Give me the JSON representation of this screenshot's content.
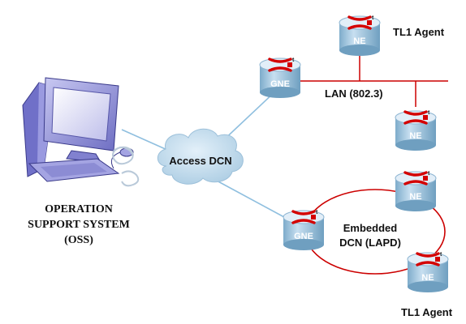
{
  "diagram": {
    "oss_label": [
      "OPERATION",
      "SUPPORT SYSTEM",
      "(OSS)"
    ],
    "cloud_label": "Access DCN",
    "lan_label": "LAN (802.3)",
    "ring_label": [
      "Embedded",
      "DCN (LAPD)"
    ],
    "agent_label_top": "TL1 Agent",
    "agent_label_bottom": "TL1 Agent",
    "gne_label": "GNE",
    "ne_label": "NE"
  },
  "colors": {
    "lan_line": "#cc0000",
    "ring_line": "#cc0000",
    "access_link": "#7fb2d6",
    "cylinder": "#9dc3dc",
    "cylinder_top": "#d6e8f4",
    "cloud": "#c4dced",
    "computer": "#8f8fd6"
  },
  "icons": [
    "computer-icon",
    "cloud-icon",
    "router-cylinder-icon",
    "cross-connect-logo-icon"
  ]
}
